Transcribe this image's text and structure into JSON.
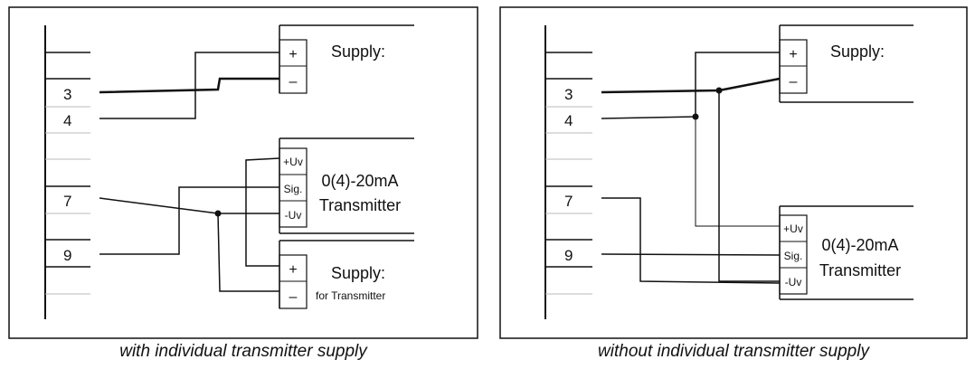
{
  "left": {
    "caption": "with individual transmitter supply",
    "terminals": [
      "3",
      "4",
      "7",
      "9"
    ],
    "supply_top": {
      "plus": "+",
      "minus": "–",
      "label": "Supply:"
    },
    "transmitter": {
      "pins": [
        "+Uv",
        "Sig.",
        "-Uv"
      ],
      "line1": "0(4)-20mA",
      "line2": "Transmitter"
    },
    "supply_bottom": {
      "plus": "+",
      "minus": "–",
      "label": "Supply:",
      "sublabel": "for Transmitter"
    }
  },
  "right": {
    "caption": "without individual transmitter supply",
    "terminals": [
      "3",
      "4",
      "7",
      "9"
    ],
    "supply_top": {
      "plus": "+",
      "minus": "–",
      "label": "Supply:"
    },
    "transmitter": {
      "pins": [
        "+Uv",
        "Sig.",
        "-Uv"
      ],
      "line1": "0(4)-20mA",
      "line2": "Transmitter"
    }
  }
}
